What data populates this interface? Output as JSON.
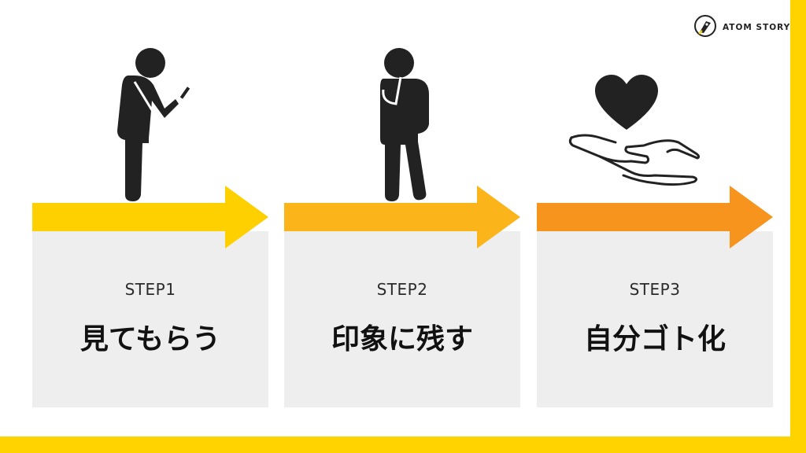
{
  "brand": {
    "name": "ATOM STORY",
    "logo_icon": "pen-nib-logo-icon"
  },
  "colors": {
    "frame": "#FFD300",
    "box": "#EEEEEE",
    "step1_arrow": "#FFD000",
    "step2_arrow": "#FBB41A",
    "step3_arrow": "#F7941D",
    "figure": "#222222"
  },
  "steps": [
    {
      "label": "STEP1",
      "title": "見てもらう",
      "icon": "person-looking-at-phone-icon"
    },
    {
      "label": "STEP2",
      "title": "印象に残す",
      "icon": "person-thinking-icon"
    },
    {
      "label": "STEP3",
      "title": "自分ゴト化",
      "icon": "heart-in-hand-icon"
    }
  ]
}
